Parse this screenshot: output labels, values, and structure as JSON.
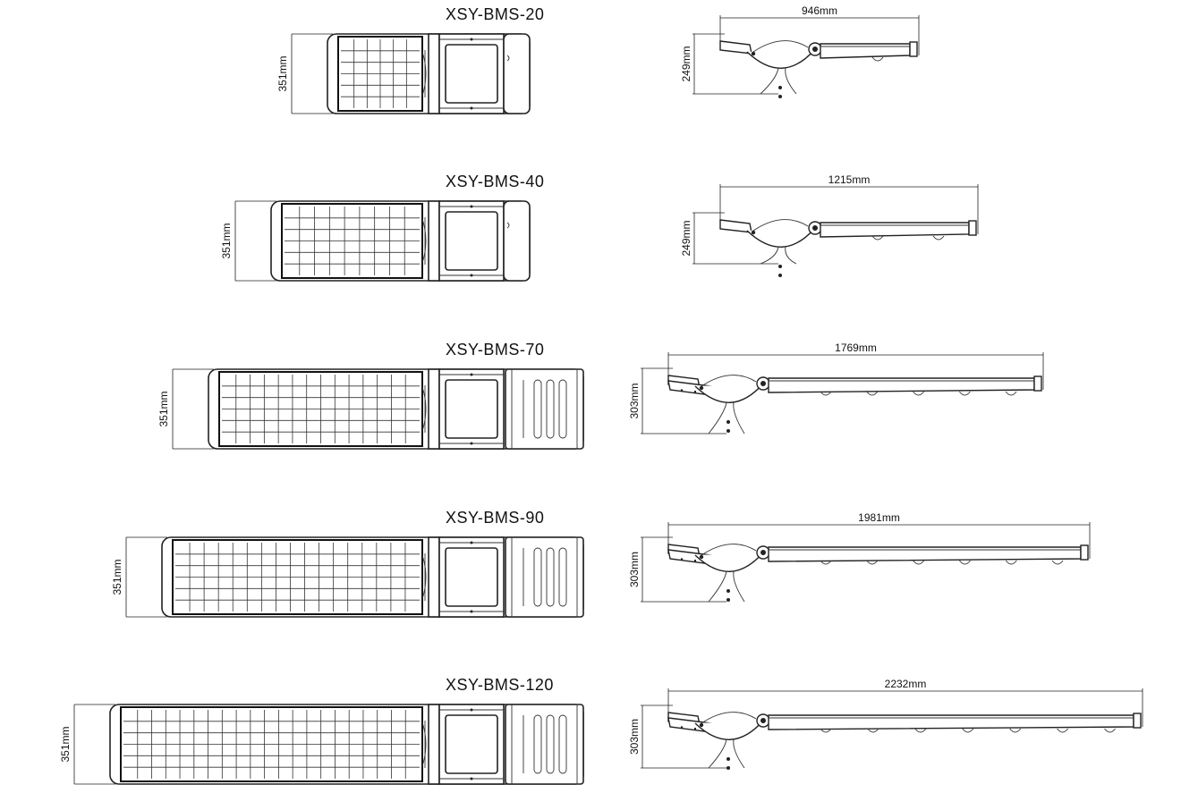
{
  "models": [
    {
      "name": "XSY-BMS-20",
      "width_label": "351mm",
      "length_label": "946mm",
      "height_label": "249mm"
    },
    {
      "name": "XSY-BMS-40",
      "width_label": "351mm",
      "length_label": "1215mm",
      "height_label": "249mm"
    },
    {
      "name": "XSY-BMS-70",
      "width_label": "351mm",
      "length_label": "1769mm",
      "height_label": "303mm"
    },
    {
      "name": "XSY-BMS-90",
      "width_label": "351mm",
      "length_label": "1981mm",
      "height_label": "303mm"
    },
    {
      "name": "XSY-BMS-120",
      "width_label": "351mm",
      "length_label": "2232mm",
      "height_label": "303mm"
    }
  ]
}
